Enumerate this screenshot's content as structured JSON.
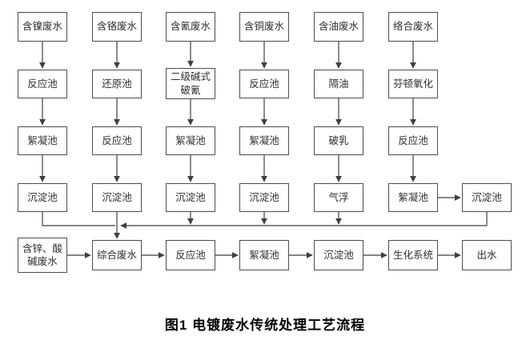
{
  "diagram": {
    "caption": "图1 电镀废水传统处理工艺流程",
    "columns": [
      {
        "source": "含镍废水",
        "steps": [
          "反应池",
          "絮凝池",
          "沉淀池"
        ]
      },
      {
        "source": "含铬废水",
        "steps": [
          "还原池",
          "反应池",
          "沉淀池"
        ]
      },
      {
        "source": "含氰废水",
        "steps": [
          "二级碱式破氰",
          "絮凝池",
          "沉淀池"
        ]
      },
      {
        "source": "含铜废水",
        "steps": [
          "反应池",
          "絮凝池",
          "沉淀池"
        ]
      },
      {
        "source": "含油废水",
        "steps": [
          "隔油",
          "破乳",
          "气浮"
        ]
      },
      {
        "source": "络合废水",
        "steps": [
          "芬顿氧化",
          "反应池",
          "絮凝池",
          "沉淀池"
        ]
      }
    ],
    "main_line": [
      "含锌、酸碱废水",
      "综合废水",
      "反应池",
      "絮凝池",
      "沉淀池",
      "生化系统",
      "出水"
    ]
  },
  "colors": {
    "background": "#ffffff",
    "box_border": "#4d4d4d",
    "box_fill": "#ffffff",
    "line": "#3f3f3f",
    "text": "#2e2e2e",
    "caption_text": "#000000"
  }
}
